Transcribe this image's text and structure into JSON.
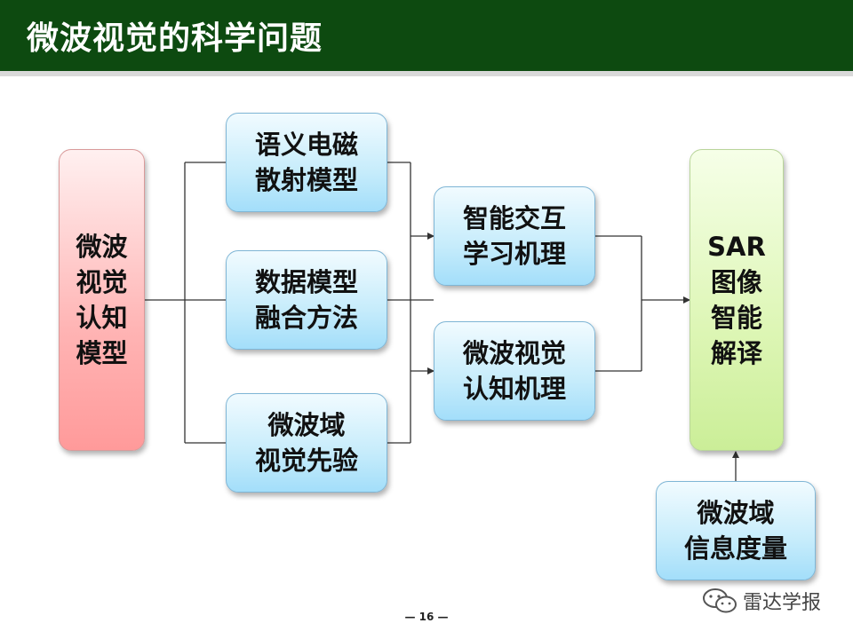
{
  "header": {
    "title": "微波视觉的科学问题"
  },
  "diagram": {
    "model": "微波\n视觉\n认知\n模型",
    "scattering": "语义电磁\n散射模型",
    "fusion": "数据模型\n融合方法",
    "prior": "微波域\n视觉先验",
    "interaction": "智能交互\n学习机理",
    "cognition": "微波视觉\n认知机理",
    "sar": "SAR\n图像\n智能\n解译",
    "info": "微波域\n信息度量"
  },
  "footer": {
    "page_number": "— 16 —",
    "watermark": "雷达学报"
  },
  "colors": {
    "header_bg": "#0d4a10",
    "box_blue": "#c6ecfb",
    "box_red": "#ffb4b4",
    "box_green": "#ddf6b5"
  }
}
